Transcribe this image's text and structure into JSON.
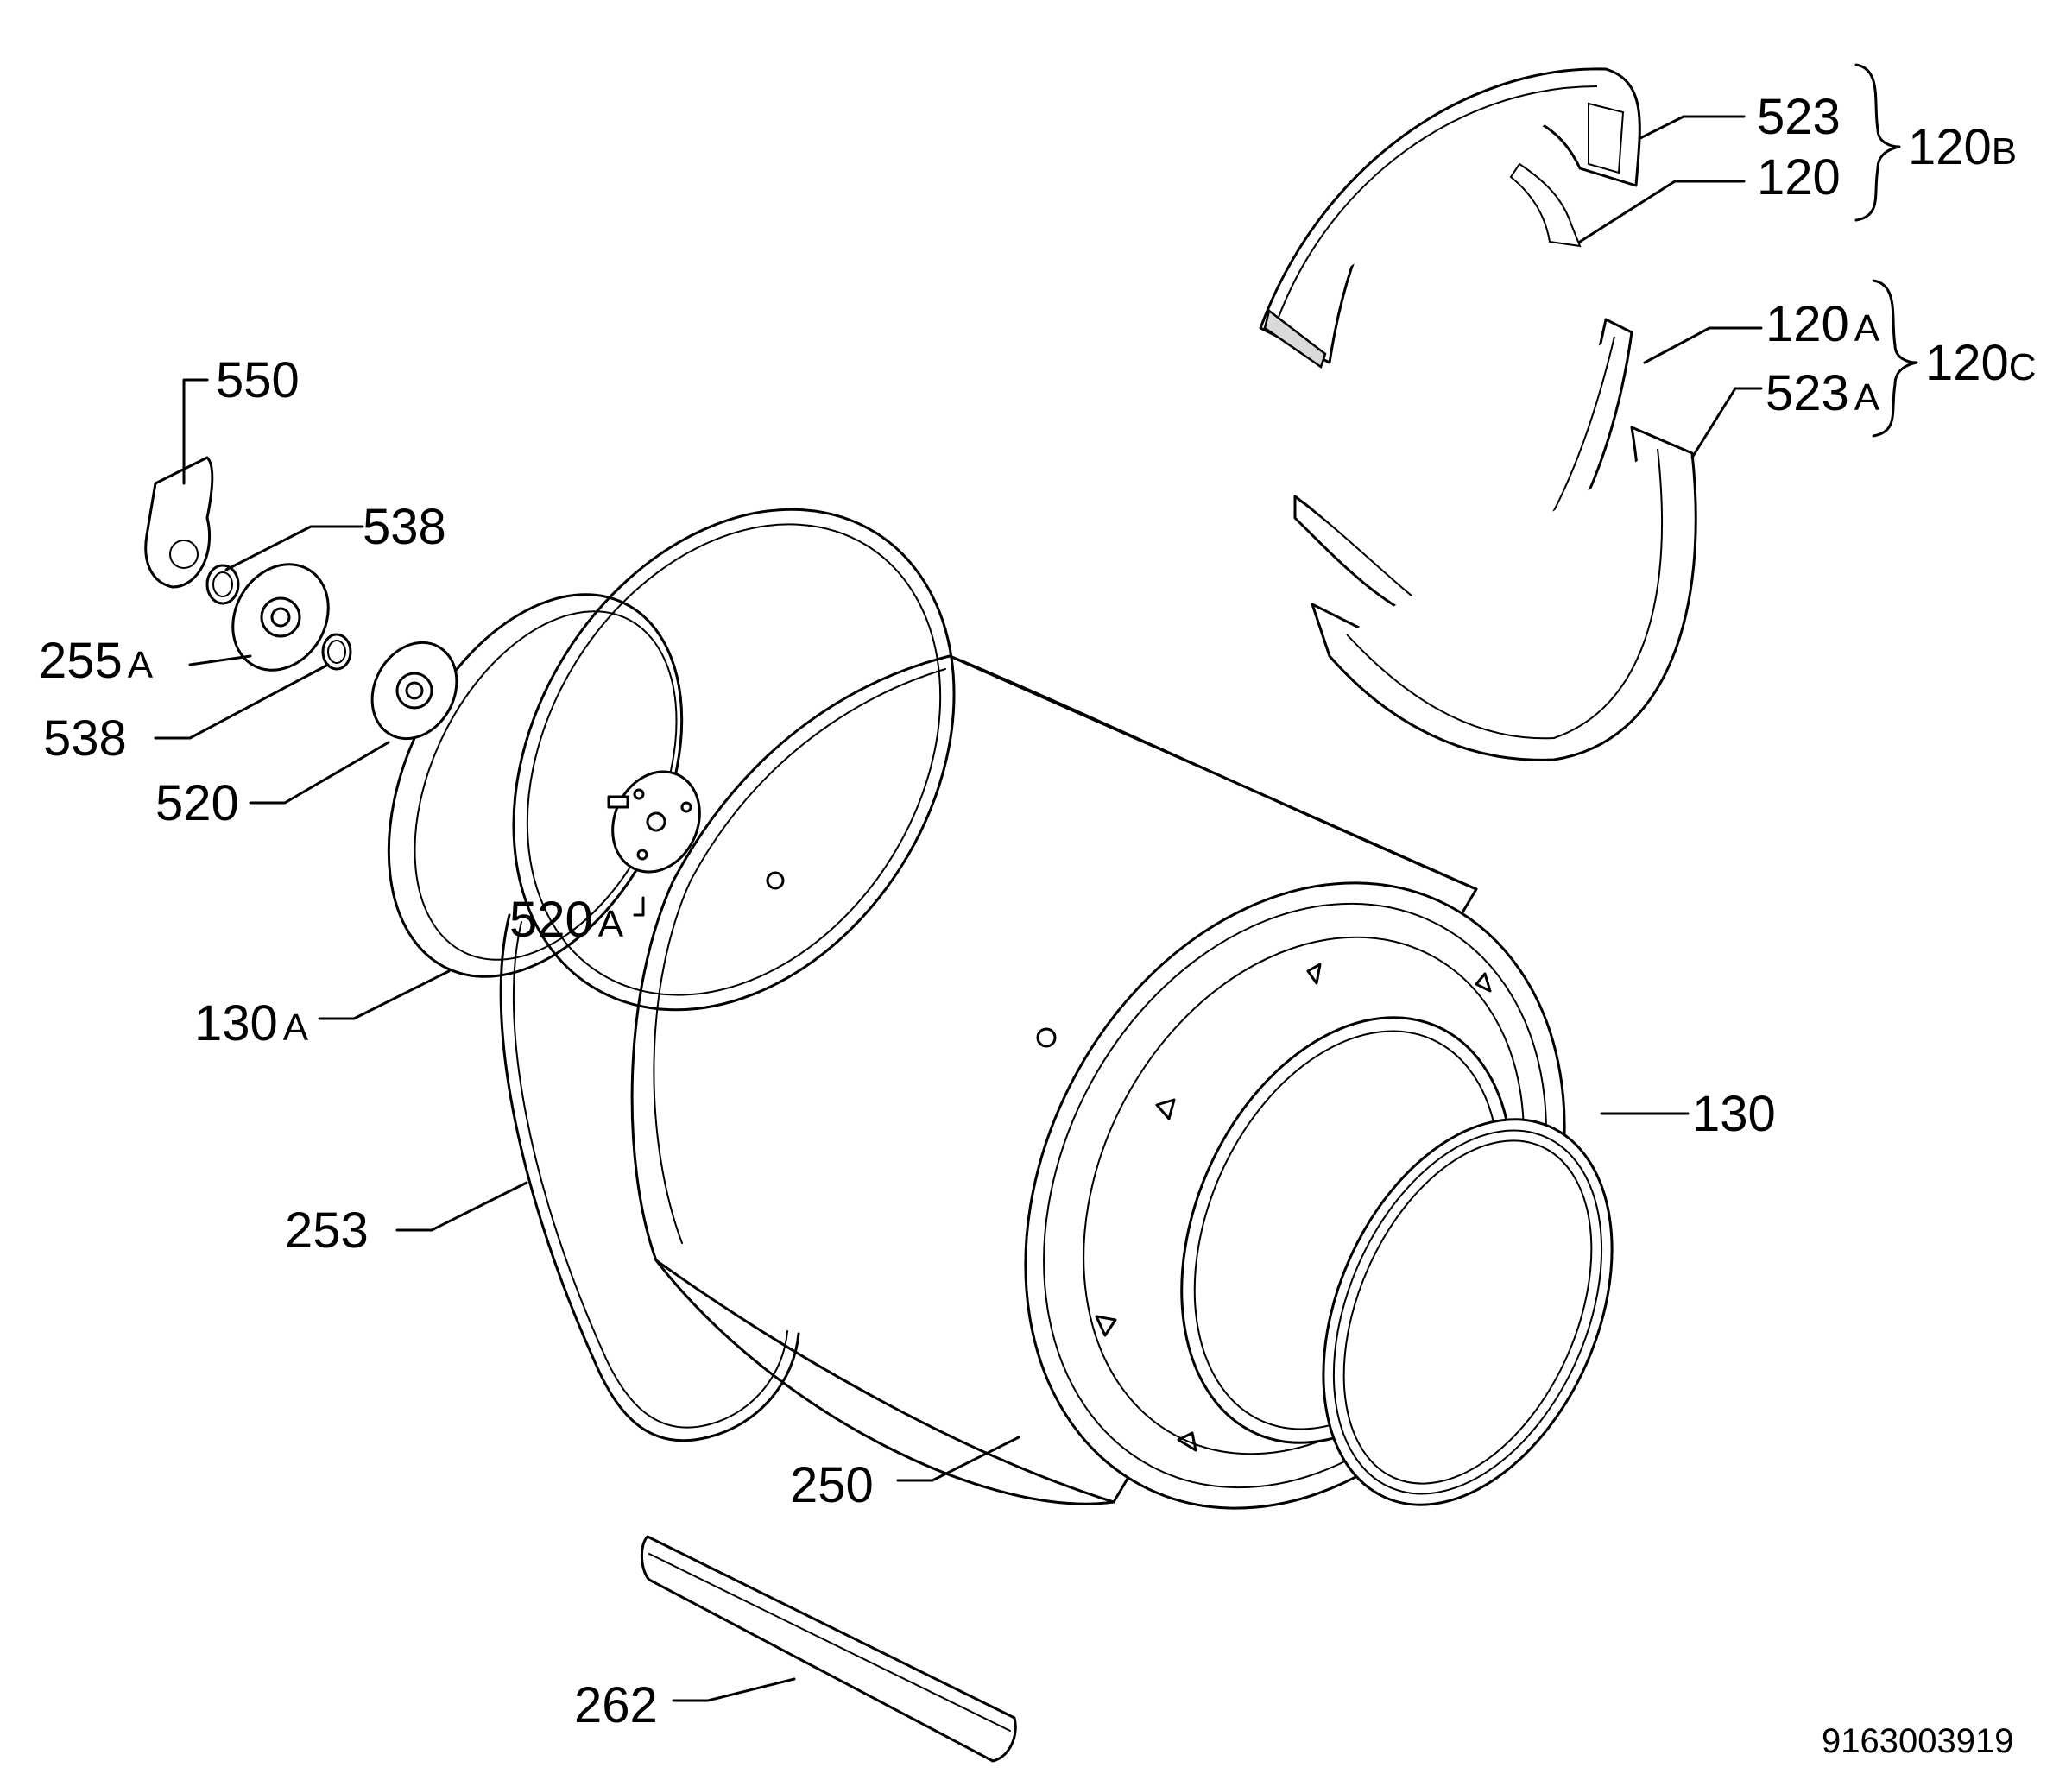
{
  "labels": {
    "p523": "523",
    "p120": "120",
    "p120b": "120",
    "p120b_sfx": "B",
    "p120a": "120",
    "p120a_sfx": "A",
    "p120c": "120",
    "p120c_sfx": "C",
    "p523a": "523",
    "p523a_sfx": "A",
    "p550": "550",
    "p538_top": "538",
    "p255a": "255",
    "p255a_sfx": "A",
    "p538_bottom": "538",
    "p520": "520",
    "p520a": "520",
    "p520a_sfx": "A",
    "p130a": "130",
    "p130a_sfx": "A",
    "p130": "130",
    "p253": "253",
    "p250": "250",
    "p262": "262"
  },
  "document_number": "9163003919"
}
